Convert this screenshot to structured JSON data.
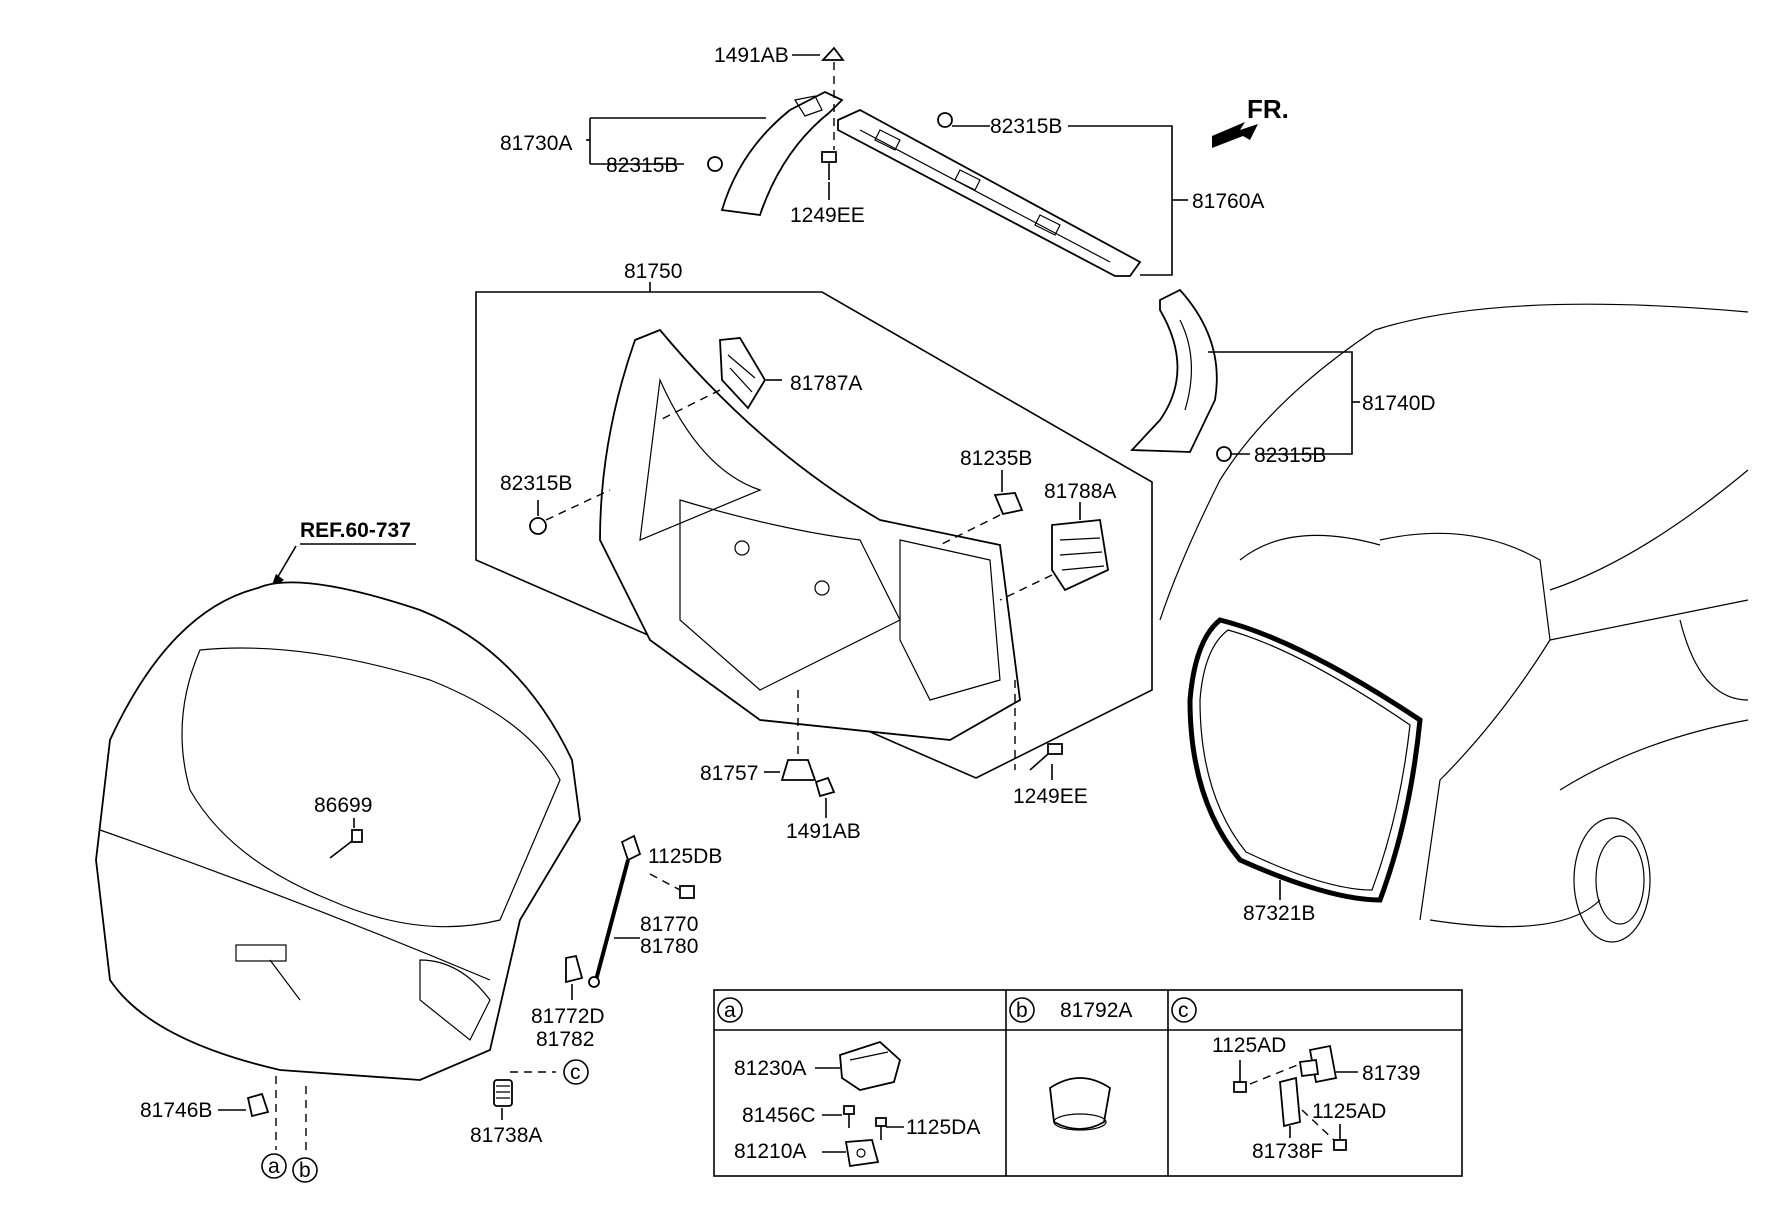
{
  "diagram": {
    "direction_label": "FR.",
    "ref_label": "REF.60-737",
    "callouts": {
      "c_1491AB_top": "1491AB",
      "c_81730A": "81730A",
      "c_82315B_a": "82315B",
      "c_1249EE_top": "1249EE",
      "c_82315B_b": "82315B",
      "c_81760A": "81760A",
      "c_81750": "81750",
      "c_81787A": "81787A",
      "c_81740D": "81740D",
      "c_82315B_c": "82315B",
      "c_82315B_d": "82315B",
      "c_81235B": "81235B",
      "c_81788A": "81788A",
      "c_81757": "81757",
      "c_1249EE_bot": "1249EE",
      "c_1491AB_bot": "1491AB",
      "c_86699": "86699",
      "c_1125DB": "1125DB",
      "c_81770": "81770",
      "c_81780": "81780",
      "c_81772D": "81772D",
      "c_81782": "81782",
      "c_81746B": "81746B",
      "c_81738A": "81738A",
      "c_87321B": "87321B"
    },
    "markers": {
      "a": "a",
      "b": "b",
      "c": "c"
    }
  },
  "detail_table": {
    "col_a": {
      "marker": "a",
      "labels": [
        "81230A",
        "81456C",
        "1125DA",
        "81210A"
      ]
    },
    "col_b": {
      "marker": "b",
      "title": "81792A"
    },
    "col_c": {
      "marker": "c",
      "labels": [
        "1125AD",
        "81739",
        "1125AD",
        "81738F"
      ]
    }
  }
}
